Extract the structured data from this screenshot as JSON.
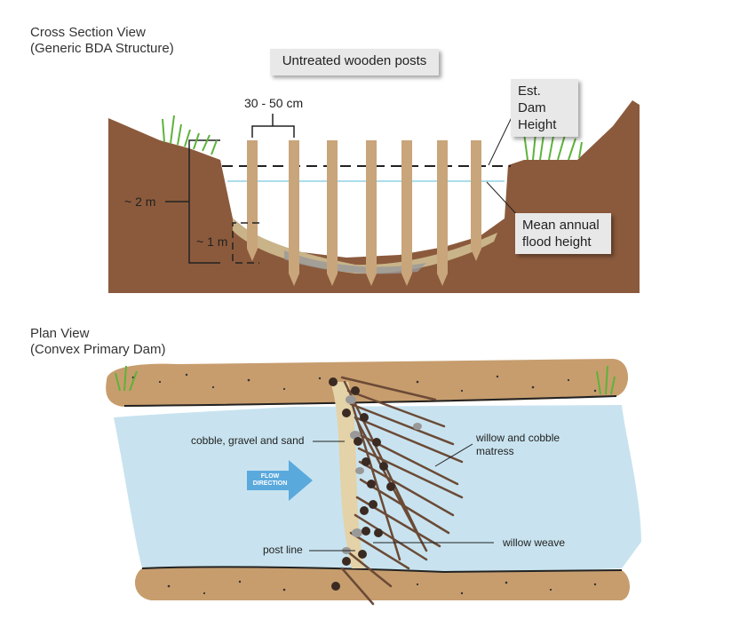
{
  "cross_section": {
    "title_line1": "Cross Section View",
    "title_line2": "(Generic BDA Structure)",
    "posts_callout": "Untreated wooden posts",
    "spacing_label": "30 - 50 cm",
    "dam_height_line1": "Est. Dam",
    "dam_height_line2": "Height",
    "flood_line1": "Mean annual",
    "flood_line2": "flood height",
    "depth_2m": "~ 2 m",
    "depth_1m": "~ 1 m"
  },
  "plan_view": {
    "title_line1": "Plan View",
    "title_line2": "(Convex Primary Dam)",
    "cobble_label": "cobble, gravel and sand",
    "flow_line1": "FLOW",
    "flow_line2": "DIRECTION",
    "willow_cobble_line1": "willow and cobble",
    "willow_cobble_line2": "matress",
    "post_line_label": "post line",
    "willow_weave_label": "willow weave"
  },
  "colors": {
    "soil": "#8b5a3c",
    "post": "#c9a57b",
    "water": "#c8e3ef",
    "bank_sand": "#c79d6e",
    "grass": "#5db33a",
    "flow_arrow": "#5aa9dd",
    "callout_bg": "#e8e8e8"
  }
}
